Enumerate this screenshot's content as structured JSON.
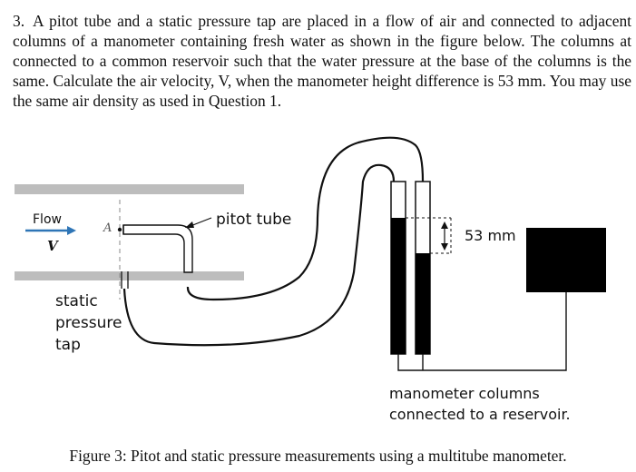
{
  "question": {
    "number": "3.",
    "text": "A pitot tube and a static pressure tap are placed in a flow of air and connected to adjacent columns of a manometer containing fresh water as shown in the figure below. The columns at connected to a common reservoir such that the water pressure at the base of the columns is the same. Calculate the air velocity, V, when the manometer height difference is 53 mm. You may use the same air density as used in Question 1."
  },
  "figure": {
    "flow_label": "Flow",
    "velocity_symbol": "V",
    "point_label": "A",
    "pitot_label": "pitot tube",
    "static_label": "static pressure tap",
    "height_label": "53 mm",
    "manometer_label": "manometer columns connected to a reservoir."
  },
  "caption": "Figure 3: Pitot and static pressure measurements using a multitube manometer.",
  "colors": {
    "pipe_wall": "#bdbdbd",
    "flow_arrow": "#2e75b6",
    "fluid": "#000000"
  }
}
